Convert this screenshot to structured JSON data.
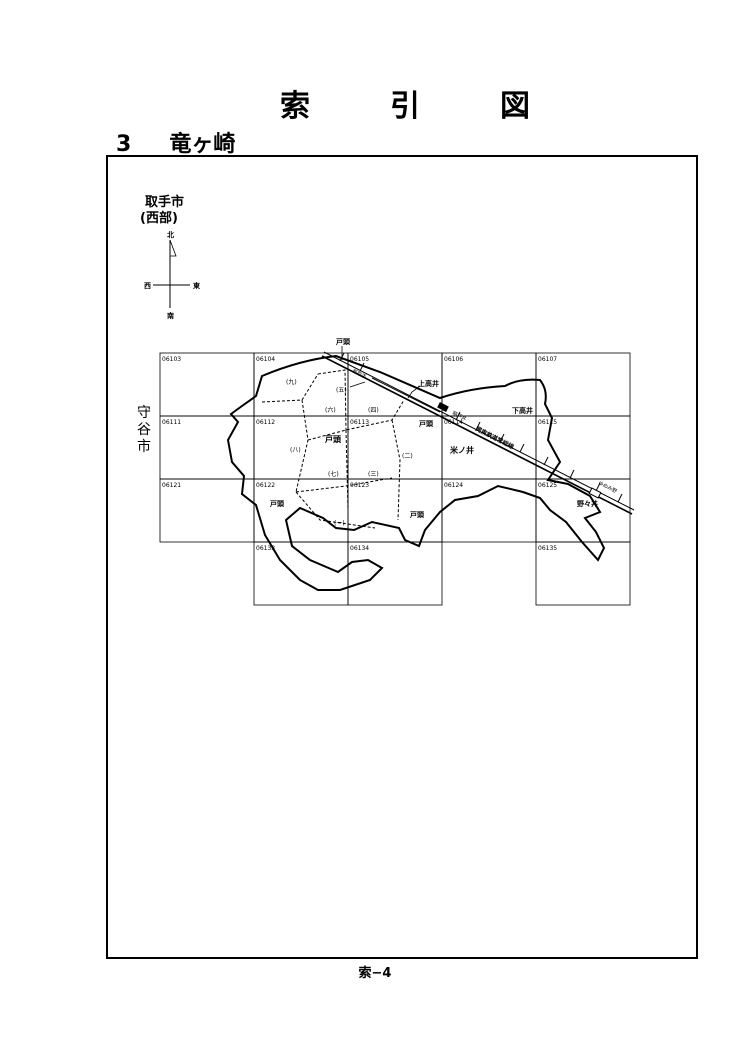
{
  "title_chars": [
    "索",
    "引",
    "図"
  ],
  "subtitle": {
    "number": "3",
    "name": "竜ヶ崎"
  },
  "footer": "索−4",
  "compass": {
    "area_line1": "取手市",
    "area_line2": "(西部)",
    "north": "北",
    "south": "南",
    "east": "東",
    "west": "西"
  },
  "side_label": [
    "守",
    "谷",
    "市"
  ],
  "grid_cells": [
    {
      "code": "06103",
      "col": 0,
      "row": 0
    },
    {
      "code": "06104",
      "col": 1,
      "row": 0
    },
    {
      "code": "06105",
      "col": 2,
      "row": 0
    },
    {
      "code": "06106",
      "col": 3,
      "row": 0
    },
    {
      "code": "06107",
      "col": 4,
      "row": 0
    },
    {
      "code": "06111",
      "col": 0,
      "row": 1
    },
    {
      "code": "06112",
      "col": 1,
      "row": 1
    },
    {
      "code": "06113",
      "col": 2,
      "row": 1
    },
    {
      "code": "06114",
      "col": 3,
      "row": 1
    },
    {
      "code": "06115",
      "col": 4,
      "row": 1
    },
    {
      "code": "06121",
      "col": 0,
      "row": 2
    },
    {
      "code": "06122",
      "col": 1,
      "row": 2
    },
    {
      "code": "06123",
      "col": 2,
      "row": 2
    },
    {
      "code": "06124",
      "col": 3,
      "row": 2
    },
    {
      "code": "06125",
      "col": 4,
      "row": 2
    },
    {
      "code": "06133",
      "col": 1,
      "row": 3
    },
    {
      "code": "06134",
      "col": 2,
      "row": 3
    },
    {
      "code": "06135",
      "col": 4,
      "row": 3
    }
  ],
  "place_labels": {
    "totou_top": "戸頭",
    "kamitakai": "上高井",
    "shimotakai": "下高井",
    "totou_right": "戸頭",
    "totou_center": "戸頭",
    "yonenoi": "米ノ井",
    "totou_left": "戸頭",
    "totou_bottom": "戸頭",
    "nonoi": "野々井"
  },
  "district_labels": {
    "d9": "(九)",
    "d5": "(五)",
    "d6": "(六)",
    "d4": "(四)",
    "d8": "(八)",
    "d2": "(二)",
    "d7": "(七)",
    "d3": "(三)",
    "d1": "(一)"
  },
  "railway": {
    "line_name": "関東鉄道常総線",
    "station_a": "新取手",
    "station_b": "稲戸井",
    "station_c": "ゆめみ野"
  }
}
